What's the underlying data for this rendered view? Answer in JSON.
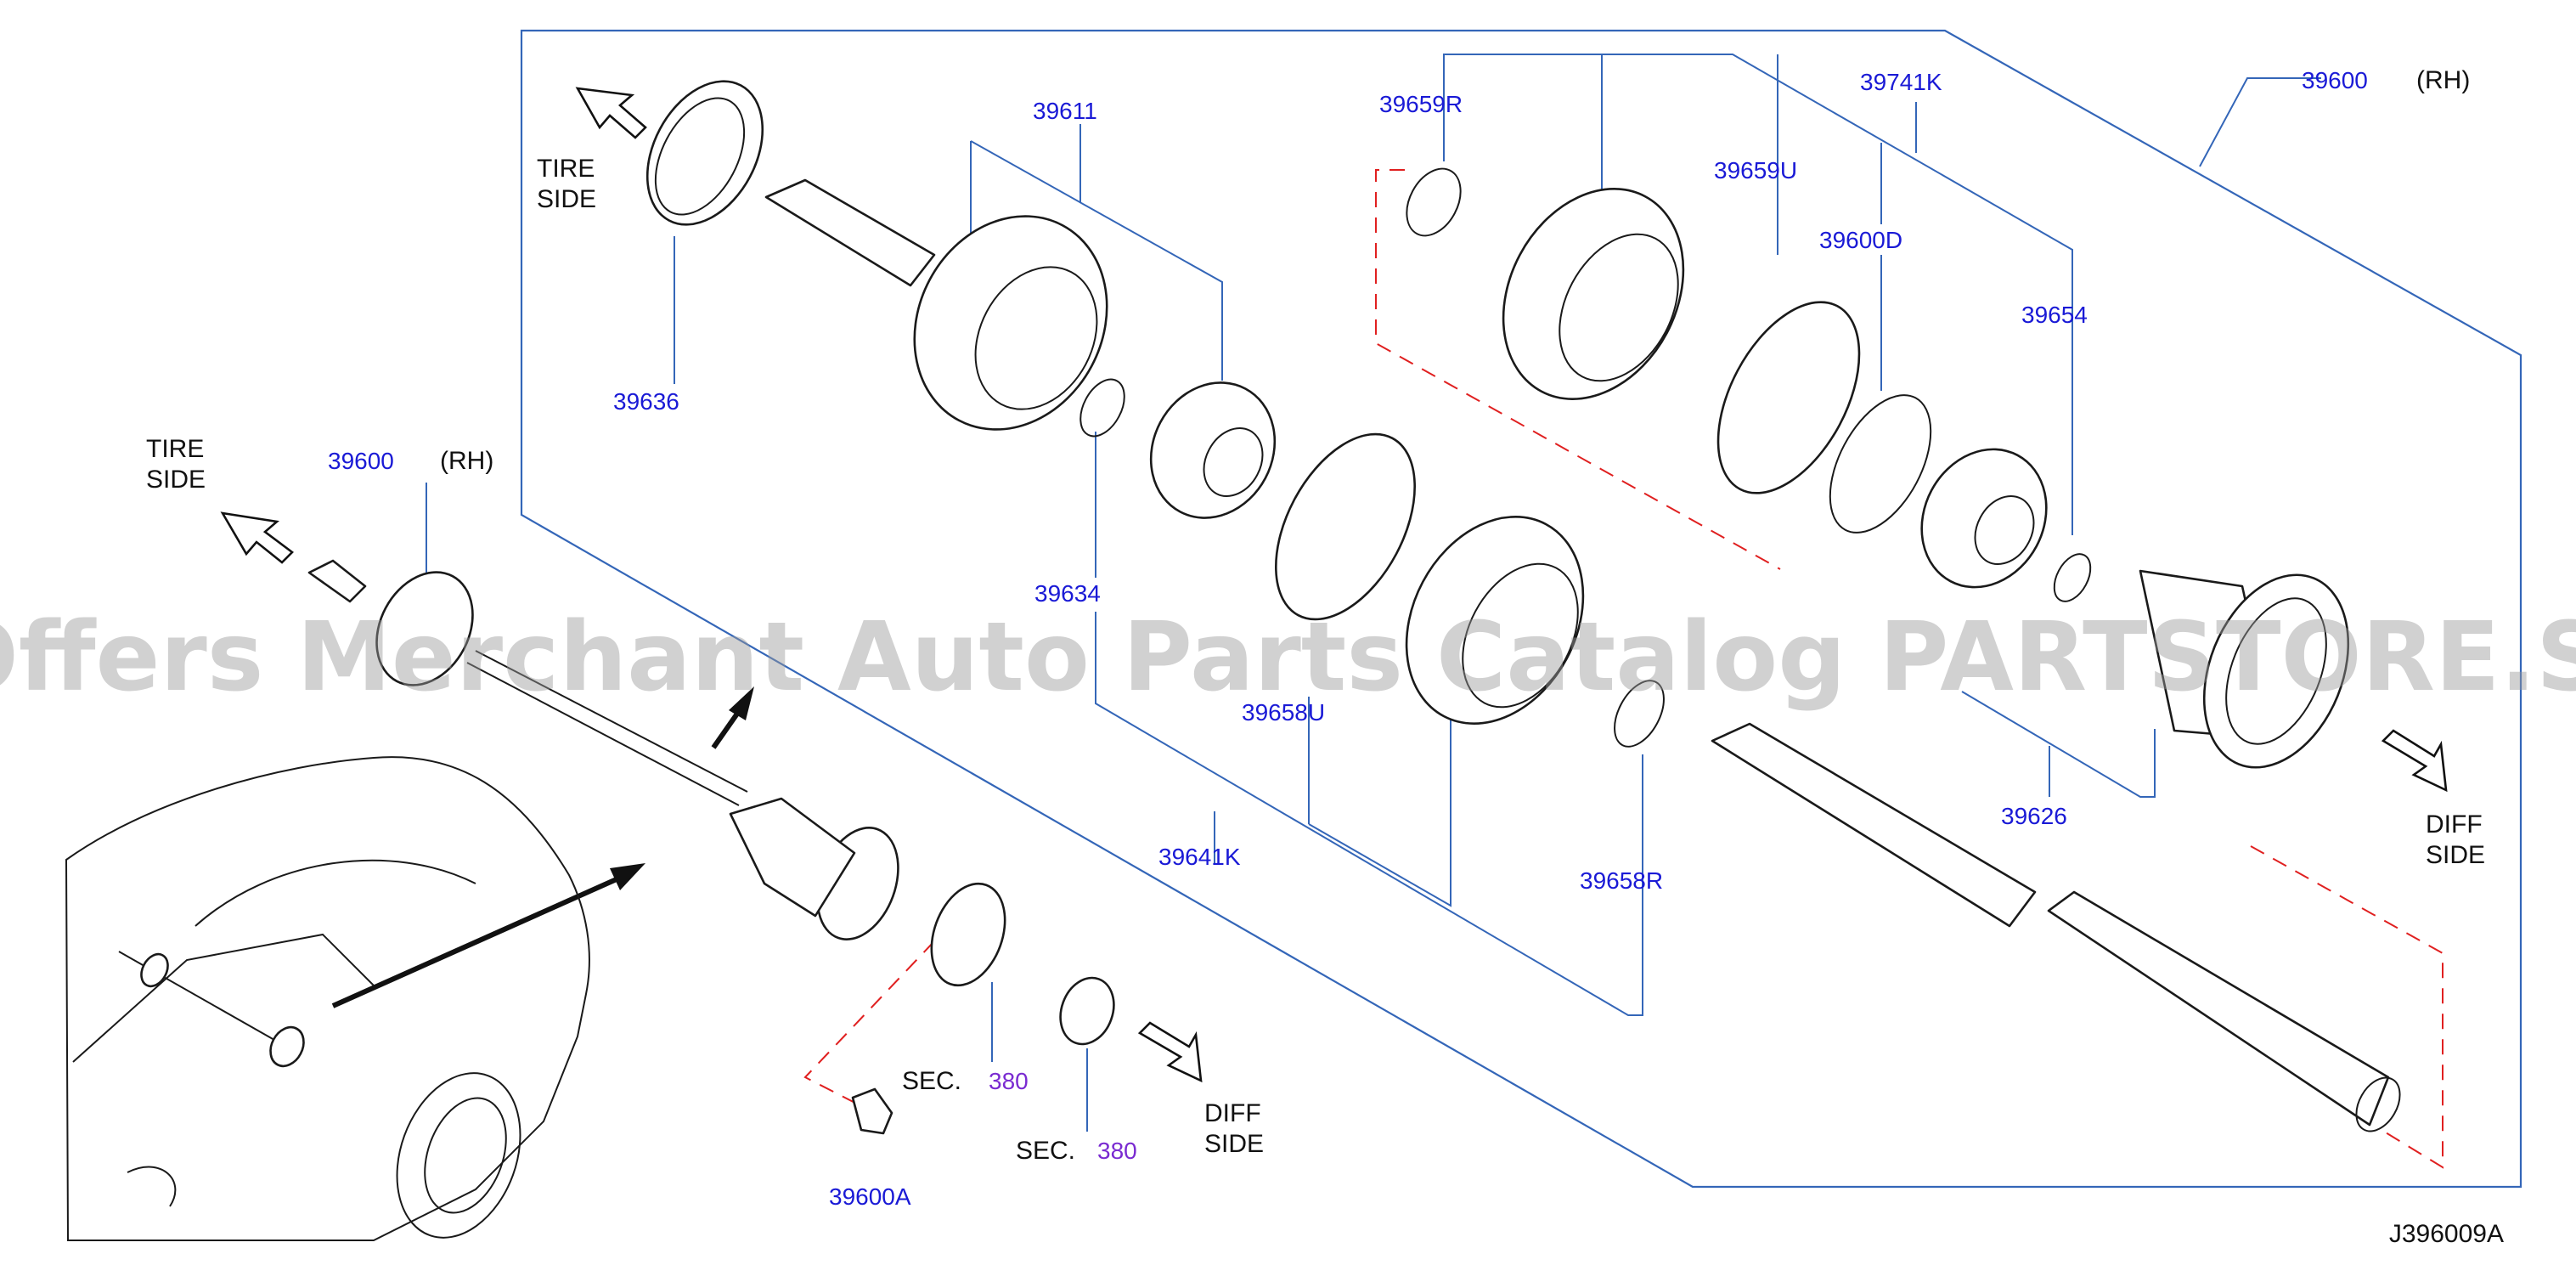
{
  "diagram": {
    "ref_code": "J396009A",
    "watermark": "Offers Merchant Auto Parts Catalog PARTSTORE.SA",
    "labels": {
      "tire_side_top_1": "TIRE",
      "tire_side_top_2": "SIDE",
      "tire_side_left_1": "TIRE",
      "tire_side_left_2": "SIDE",
      "diff_side_right_1": "DIFF",
      "diff_side_right_2": "SIDE",
      "diff_side_bottom_1": "DIFF",
      "diff_side_bottom_2": "SIDE",
      "rh_top": "(RH)",
      "rh_left": "(RH)",
      "sec_1": "SEC.",
      "sec_2": "SEC."
    },
    "parts": {
      "p39600_top": "39600",
      "p39600_left": "39600",
      "p39611": "39611",
      "p39659R": "39659R",
      "p39741K": "39741K",
      "p39659U": "39659U",
      "p39600D": "39600D",
      "p39654": "39654",
      "p39636": "39636",
      "p39634": "39634",
      "p39658U": "39658U",
      "p39641K": "39641K",
      "p39658R": "39658R",
      "p39626": "39626",
      "p39600A": "39600A",
      "sec_ref_1": "380",
      "sec_ref_2": "380"
    }
  }
}
